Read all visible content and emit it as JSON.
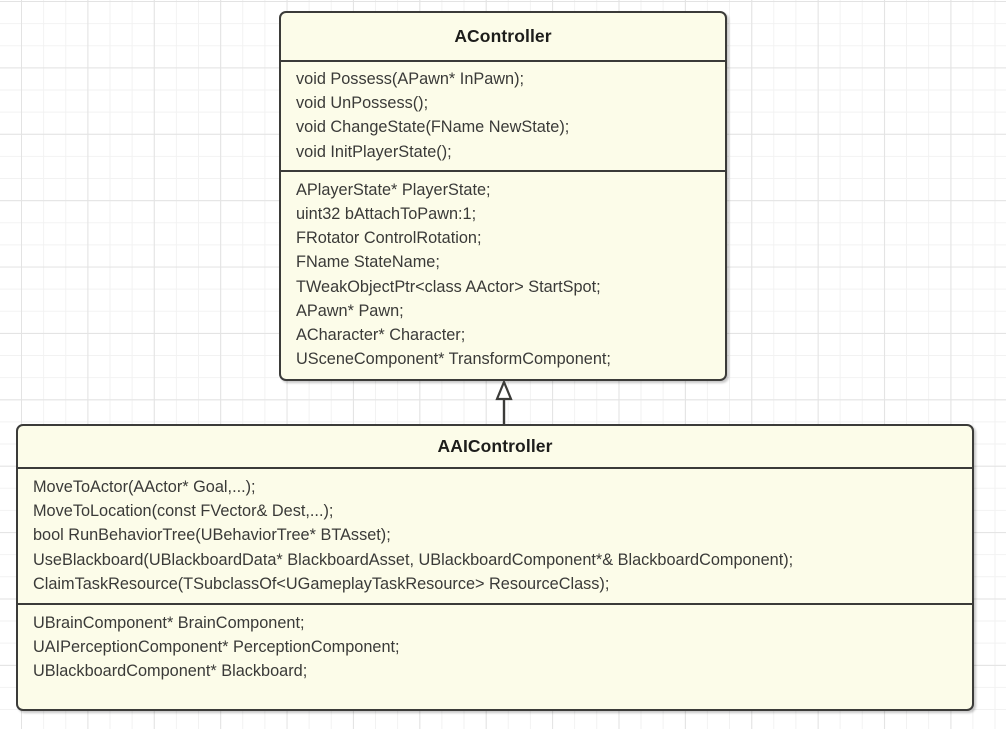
{
  "diagram": {
    "type": "uml-class-diagram",
    "background": "#ffffff",
    "grid_color": "#e3e3e3",
    "class_fill": "#fcfce9",
    "class_border": "#3b3b39",
    "classes": [
      {
        "name": "AController",
        "methods": [
          "void Possess(APawn* InPawn);",
          "void UnPossess();",
          "void ChangeState(FName NewState);",
          "void InitPlayerState();"
        ],
        "attributes": [
          "APlayerState* PlayerState;",
          "uint32 bAttachToPawn:1;",
          "FRotator ControlRotation;",
          "FName StateName;",
          "TWeakObjectPtr<class AActor> StartSpot;",
          "APawn* Pawn;",
          "ACharacter* Character;",
          "USceneComponent* TransformComponent;"
        ]
      },
      {
        "name": "AAIController",
        "methods": [
          "MoveToActor(AActor* Goal,...);",
          "MoveToLocation(const FVector& Dest,...);",
          "bool RunBehaviorTree(UBehaviorTree* BTAsset);",
          "UseBlackboard(UBlackboardData* BlackboardAsset, UBlackboardComponent*& BlackboardComponent);",
          "ClaimTaskResource(TSubclassOf<UGameplayTaskResource> ResourceClass);"
        ],
        "attributes": [
          "UBrainComponent* BrainComponent;",
          "UAIPerceptionComponent* PerceptionComponent;",
          "UBlackboardComponent* Blackboard;"
        ]
      }
    ],
    "relationships": [
      {
        "kind": "generalization",
        "from": "AAIController",
        "to": "AController",
        "arrow": "hollow-triangle"
      }
    ]
  }
}
